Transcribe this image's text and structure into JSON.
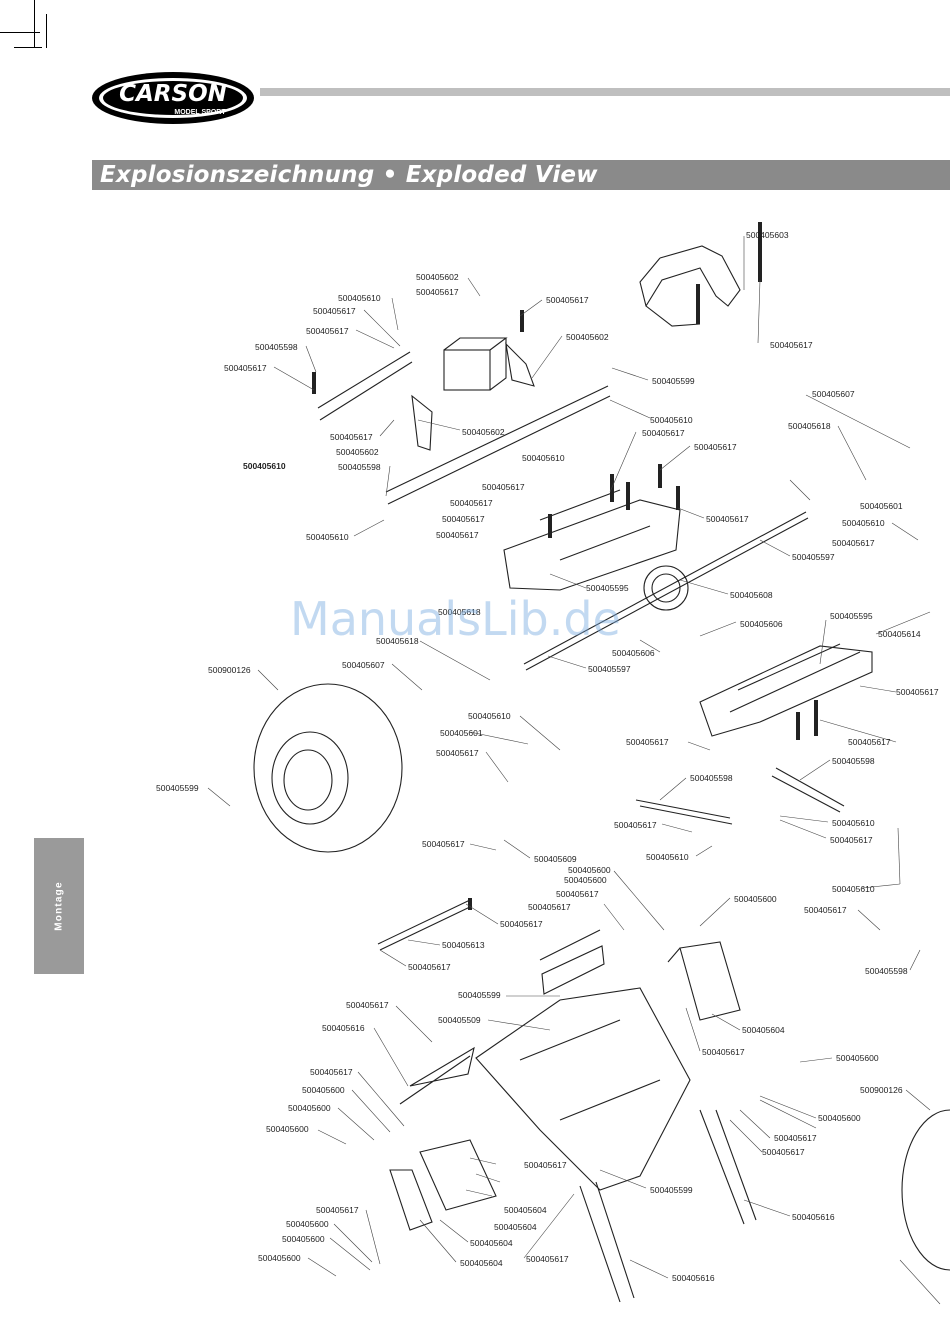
{
  "header": {
    "brand": "CARSON",
    "brand_sub": "MODEL SPORT",
    "title": "Explosionszeichnung • Exploded View"
  },
  "sidetab": {
    "label": "Montage"
  },
  "watermark": "ManualsLib.de",
  "colors": {
    "banner": "#8a8a8a",
    "tab": "#9a9a9a",
    "rule": "#bfbfbf"
  },
  "labels": [
    "500405603",
    "500405617",
    "500405602",
    "500405617",
    "500405610",
    "500405617",
    "500405617",
    "500405598",
    "500405617",
    "500405602",
    "500405617",
    "500405599",
    "500405617",
    "500405602",
    "500405602",
    "500405610",
    "500405610",
    "500405598",
    "500405617",
    "500405617",
    "500405610",
    "500405617",
    "500405617",
    "500405617",
    "500405617",
    "500405617",
    "500405610",
    "500405597",
    "500405595",
    "500405608",
    "500405618",
    "500405618",
    "500405606",
    "500405606",
    "500405607",
    "500405597",
    "500900126",
    "500405618",
    "500405607",
    "500405601",
    "500405610",
    "500405617",
    "500405614",
    "500405595",
    "500405617",
    "500405617",
    "500405610",
    "500405601",
    "500405617",
    "500405598",
    "500405598",
    "500405617",
    "500405610",
    "500405610",
    "500405617",
    "500405599",
    "500405617",
    "500405609",
    "500405600",
    "500405600",
    "500405617",
    "500405617",
    "500405600",
    "500405613",
    "500405617",
    "500405610",
    "500405617",
    "500405598",
    "500405599",
    "500405509",
    "500405617",
    "500405616",
    "500405604",
    "500405617",
    "500405617",
    "500405600",
    "500405600",
    "500405600",
    "500405617",
    "500405600",
    "500405600",
    "500405617",
    "500405617",
    "500900126",
    "500405604",
    "500405604",
    "500405604",
    "500405617",
    "500405600",
    "500405600",
    "500405600",
    "500405604",
    "500405617",
    "500405599",
    "500405616",
    "500405616",
    "500405617",
    "500405617"
  ]
}
